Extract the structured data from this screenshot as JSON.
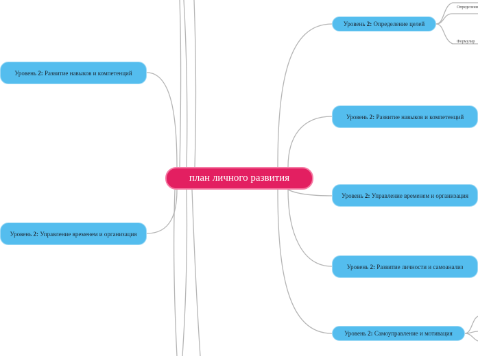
{
  "central": {
    "label": "план личного развития"
  },
  "level_prefix": "Уровень",
  "level_number": "2:",
  "left_nodes": [
    {
      "text": "Развитие навыков и компетенций"
    },
    {
      "text": "Управление временем и организация"
    }
  ],
  "right_nodes": [
    {
      "text": "Определение целей"
    },
    {
      "text": "Развитие навыков и компетенций"
    },
    {
      "text": "Управление временем и организация"
    },
    {
      "text": "Развитие личности и самоанализ"
    },
    {
      "text": "Самоуправление и мотивация"
    }
  ],
  "sub_nodes": [
    {
      "text": "Определени"
    },
    {
      "text": "Формулир"
    }
  ],
  "colors": {
    "central_fill": "#e31f61",
    "node_fill": "#54bdee",
    "connector": "#b5b5b5"
  }
}
